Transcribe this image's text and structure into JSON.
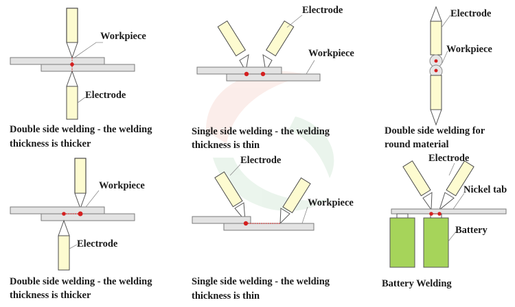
{
  "labels": {
    "electrode": "Electrode",
    "workpiece": "Workpiece",
    "nickel_tab": "Nickel tab",
    "battery": "Battery"
  },
  "captions": {
    "double_side_thick": [
      "Double side welding - the welding",
      "thickness is thicker"
    ],
    "single_side_thin": [
      "Single side welding - the welding",
      "thickness is thin"
    ],
    "round_material": [
      "Double side welding for",
      "round material"
    ],
    "battery_welding": "Battery Welding"
  },
  "colors": {
    "electrode_fill": "#fdfbd0",
    "plate_fill": "#e3e3e3",
    "weld_spot": "#d42020",
    "battery_fill": "#a6d45a"
  }
}
